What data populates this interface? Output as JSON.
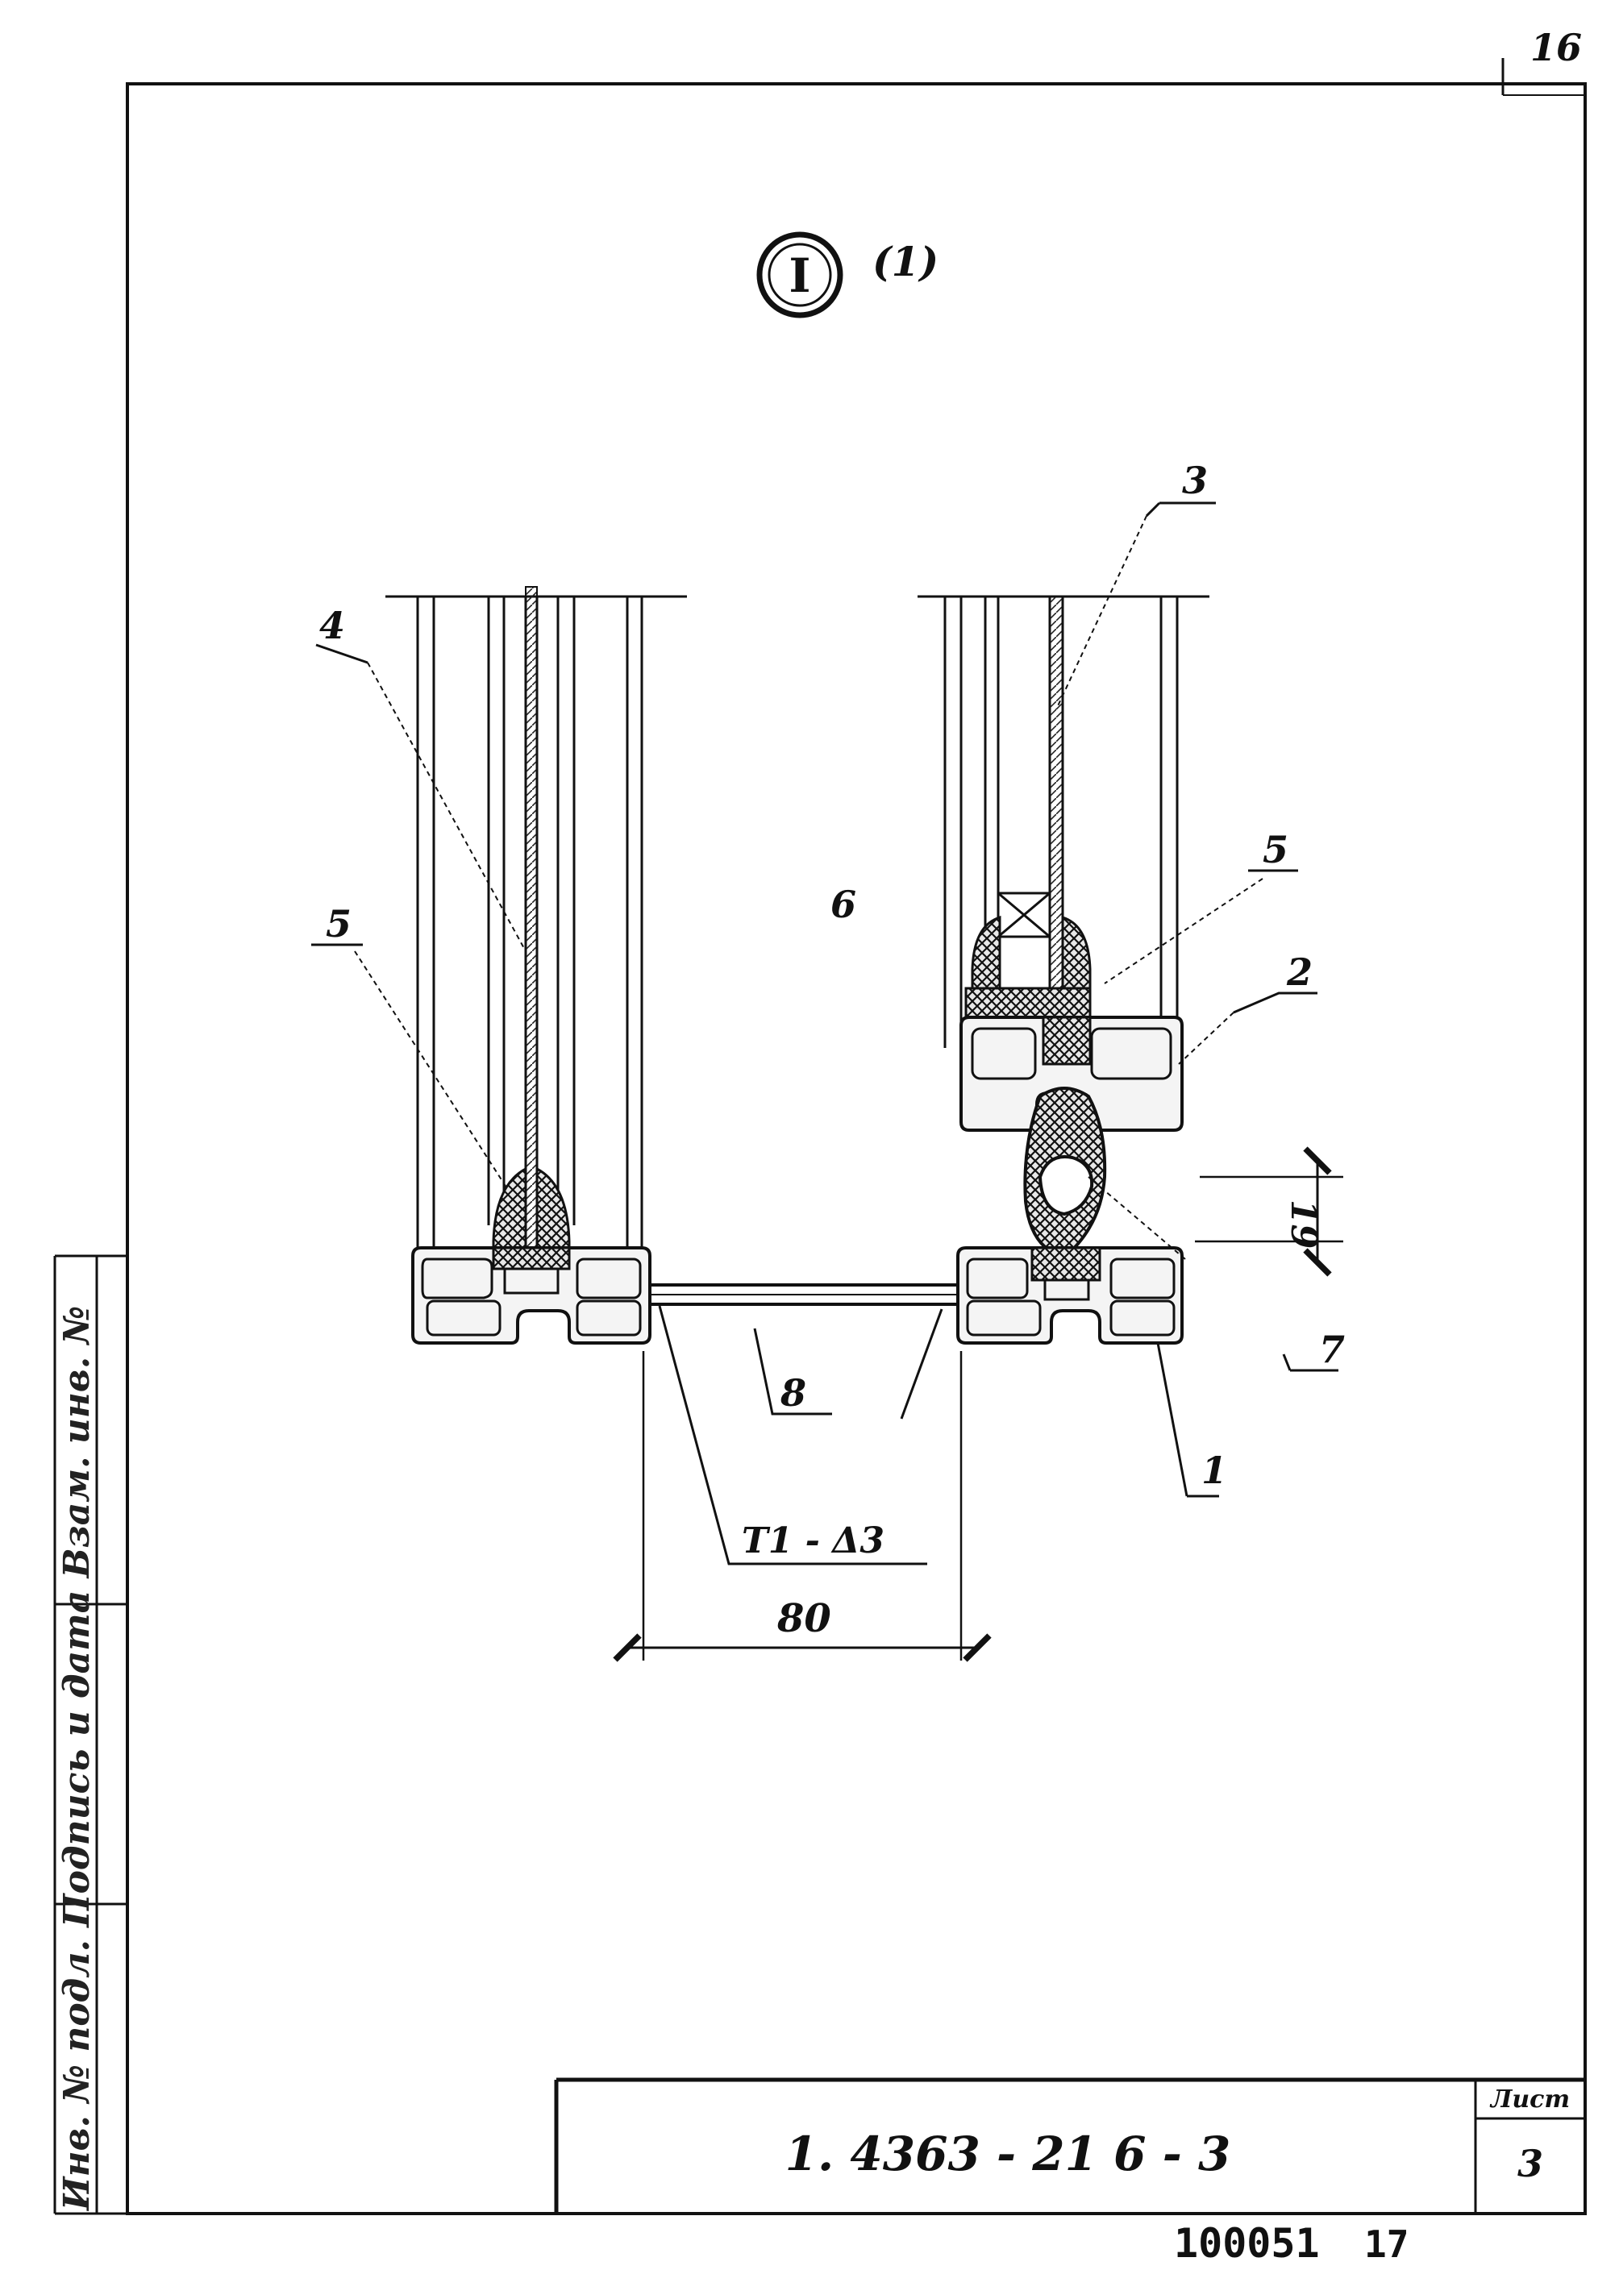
{
  "sheet": {
    "corner_number": "16",
    "page_number": "17",
    "inventory_number": "100051"
  },
  "detail": {
    "roman": "I",
    "ref": "(1)"
  },
  "callouts": {
    "c1": "1",
    "c2": "2",
    "c3": "3",
    "c4": "4",
    "c5a": "5",
    "c5b": "5",
    "c6": "6",
    "c7": "7",
    "c8": "8",
    "weld": "Т1 - Δ3"
  },
  "dimensions": {
    "gap": "80",
    "offset": "19"
  },
  "title_block": {
    "designation": "1. 4363 - 21 6 - 3",
    "sheet_label": "Лист",
    "sheet_value": "3"
  },
  "side_stamp": {
    "text": "Инв. № подл. Подпись и дата Взам. инв. №"
  }
}
